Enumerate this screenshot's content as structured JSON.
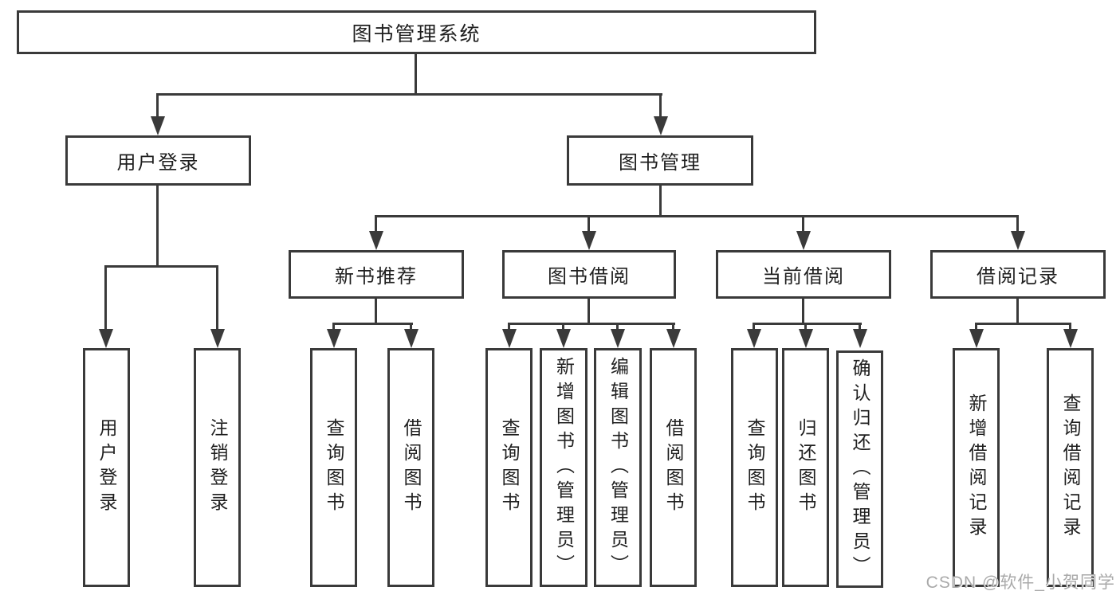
{
  "diagram_title": "图书管理系统",
  "tree": {
    "label": "图书管理系统",
    "children": [
      {
        "label": "用户登录",
        "children": [
          {
            "label": "用户登录"
          },
          {
            "label": "注销登录"
          }
        ]
      },
      {
        "label": "图书管理",
        "children": [
          {
            "label": "新书推荐",
            "children": [
              {
                "label": "查询图书"
              },
              {
                "label": "借阅图书"
              }
            ]
          },
          {
            "label": "图书借阅",
            "children": [
              {
                "label": "查询图书"
              },
              {
                "label": "新增图书（管理员）"
              },
              {
                "label": "编辑图书（管理员）"
              },
              {
                "label": "借阅图书"
              }
            ]
          },
          {
            "label": "当前借阅",
            "children": [
              {
                "label": "查询图书"
              },
              {
                "label": "归还图书"
              },
              {
                "label": "确认归还（管理员）"
              }
            ]
          },
          {
            "label": "借阅记录",
            "children": [
              {
                "label": "新增借阅记录"
              },
              {
                "label": "查询借阅记录"
              }
            ]
          }
        ]
      }
    ]
  },
  "watermark": {
    "text": "CSDN @软件_小贺同学"
  },
  "colors": {
    "line": "#3a3a3a",
    "text": "#1f1f1f",
    "watermark": "#a9a9a9",
    "background": "#ffffff"
  }
}
